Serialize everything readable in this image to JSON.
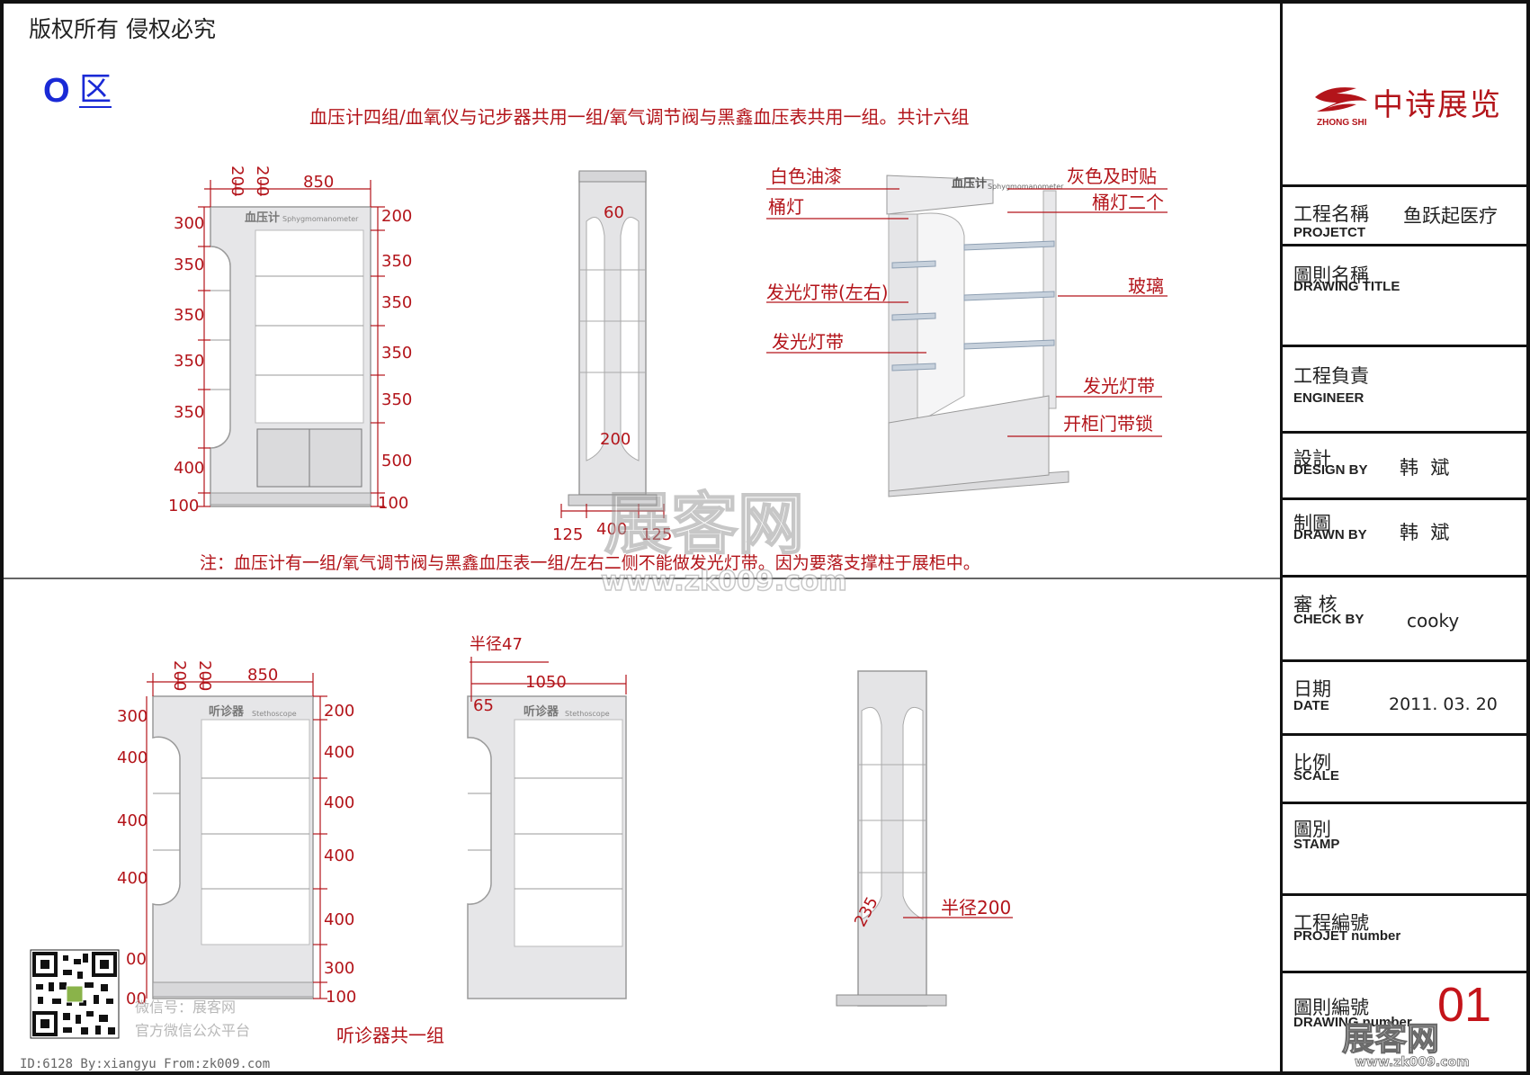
{
  "header": {
    "copyright": "版权所有  侵权必究",
    "zone_letter": "O",
    "zone_word": "区",
    "top_note": "血压计四组/血氧仪与记步器共用一组/氧气调节阀与黑鑫血压表共用一组。共计六组",
    "mid_note": "注：血压计有一组/氧气调节阀与黑鑫血压表一组/左右二侧不能做发光灯带。因为要落支撑柱于展柜中。"
  },
  "cabinet1": {
    "sign_zh": "血压计",
    "sign_en": "Sphygmomanometer",
    "top_dims": [
      "200",
      "200",
      "850"
    ],
    "left_dims": [
      "300",
      "350",
      "350",
      "350",
      "350",
      "400",
      "100"
    ],
    "right_dims": [
      "200",
      "350",
      "350",
      "350",
      "350",
      "500",
      "100"
    ]
  },
  "side1": {
    "top_dim": "60",
    "bottom_dim": "200",
    "base_dims": [
      "125",
      "400",
      "125"
    ]
  },
  "persp": {
    "sign_zh": "血压计",
    "sign_en": "Sphygmomanometer",
    "left_labels": [
      "白色油漆",
      "桶灯",
      "发光灯带(左右)",
      "发光灯带"
    ],
    "right_labels": [
      "灰色及时贴",
      "桶灯二个",
      "玻璃",
      "发光灯带",
      "开柜门带锁"
    ]
  },
  "cabinet2": {
    "sign_zh": "听诊器",
    "sign_en": "Stethoscope",
    "top_dims": [
      "200",
      "200",
      "850"
    ],
    "left_dims": [
      "300",
      "400",
      "400",
      "400",
      "00",
      "00"
    ],
    "right_dims": [
      "200",
      "400",
      "400",
      "400",
      "400",
      "300",
      "100"
    ],
    "caption": "听诊器共一组"
  },
  "cabinet3": {
    "sign_zh": "听诊器",
    "sign_en": "Stethoscope",
    "radius_label": "半径47",
    "width_dim": "1050",
    "corner_dim": "65"
  },
  "side2": {
    "angle_dim": "235",
    "radius_label": "半径200"
  },
  "watermark": {
    "logo_text": "展客网",
    "url": "www.zk009.com",
    "wechat_id": "微信号：展客网",
    "wechat_caption": "官方微信公众平台",
    "footer_id": "ID:6128 By:xiangyu From:zk009.com",
    "corner_logo": "展客网",
    "corner_url": "www.zk009.com"
  },
  "title_block": {
    "company_zh": "中诗展览",
    "company_en": "ZHONG SHI",
    "project_zh": "工程名稱",
    "project_en": "PROJETCT",
    "project_value": "鱼跃起医疗",
    "drawing_title_zh": "圖則名稱",
    "drawing_title_en": "DRAWING TITLE",
    "engineer_zh": "工程負責",
    "engineer_en": "ENGINEER",
    "design_zh": "設計",
    "design_en": "DESIGN BY",
    "design_value": "韩  斌",
    "drawn_zh": "制圖",
    "drawn_en": "DRAWN BY",
    "drawn_value": "韩  斌",
    "check_zh": "審 核",
    "check_en": "CHECK BY",
    "check_value": "cooky",
    "date_zh": "日期",
    "date_en": "DATE",
    "date_value": "2011. 03. 20",
    "scale_zh": "比例",
    "scale_en": "SCALE",
    "stamp_zh": "圖別",
    "stamp_en": "STAMP",
    "projno_zh": "工程編號",
    "projno_en": "PROJET number",
    "drawno_zh": "圖則編號",
    "drawno_en": "DRAWING number",
    "drawno_value": "01"
  },
  "colors": {
    "dimension_red": "#b3141a",
    "zone_blue": "#1a2ad6",
    "cabinet_grey": "#e4e4e6"
  }
}
